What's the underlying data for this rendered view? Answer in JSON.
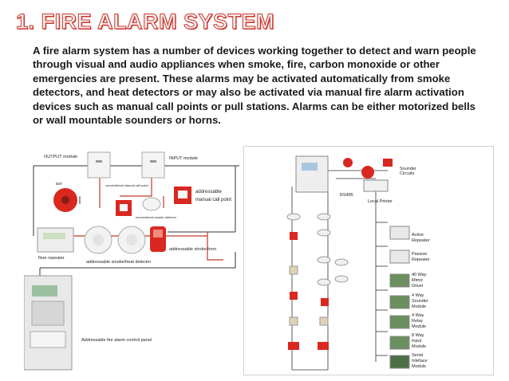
{
  "slide": {
    "title": "1.  FIRE ALARM SYSTEM",
    "body": "A fire alarm system has a number of devices working together to detect and warn people through visual and audio appliances when smoke, fire, carbon monoxide or other emergencies are present. These alarms may be activated automatically from smoke detectors, and heat detectors or may also be activated via manual fire alarm activation devices such as manual call points or pull stations. Alarms can be either motorized bells or wall mountable sounders or horns."
  },
  "left_diagram": {
    "labels": {
      "output_module": "OUTPUT module",
      "input_module": "INPUT module",
      "bell": "Bell",
      "conv_call_point": "conventional manual call point",
      "conv_smoke_detector": "conventional smoke detector",
      "addressable_call_point_1": "addressable",
      "addressable_call_point_2": "manual call point",
      "floor_repeater": "floor repeater",
      "smoke_heat_detector": "addressable smoke/heat detector",
      "strobe_horn": "addressable strobe horn",
      "control_panel": "Addressable fire alarm control panel"
    }
  },
  "right_diagram": {
    "labels": {
      "sounder_circuits_1": "Sounder",
      "sounder_circuits_2": "Circuits",
      "rs485": "RS485",
      "local_printer": "Local Printer",
      "active_repeater_1": "Active",
      "active_repeater_2": "Repeater",
      "passive_repeater_1": "Passive",
      "passive_repeater_2": "Repeater",
      "mimic_1": "40 Way",
      "mimic_2": "Mimic",
      "mimic_3": "Driver",
      "sounder_module_1": "4 Way",
      "sounder_module_2": "Sounder",
      "sounder_module_3": "Module",
      "relay_module_1": "4 Way",
      "relay_module_2": "Relay",
      "relay_module_3": "Module",
      "input_module_1": "8 Way",
      "input_module_2": "Input",
      "input_module_3": "Module",
      "serial_1": "Serial",
      "serial_2": "Inteface",
      "serial_3": "Module"
    }
  },
  "colors": {
    "title_outline": "#d4322b",
    "device_red": "#d8281f",
    "wire_red": "#c0392b",
    "wire_black": "#333333"
  }
}
